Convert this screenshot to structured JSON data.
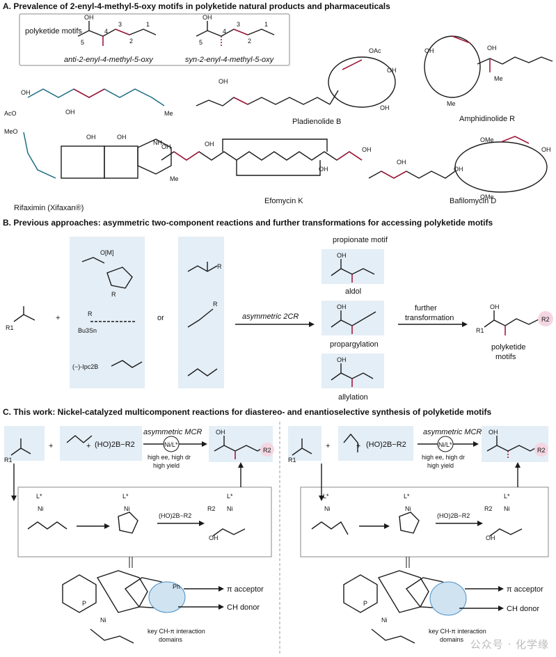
{
  "sections": {
    "a": {
      "title": "A. Prevalence of 2-enyl-4-methyl-5-oxy motifs in polyketide natural products and pharmaceuticals"
    },
    "b": {
      "title": "B. Previous approaches: asymmetric two-component reactions and further transformations for accessing polyketide motifs"
    },
    "c": {
      "title": "C. This work: Nickel-catalyzed multicomponent reactions for diastereo- and enantioselective synthesis of polyketide motifs"
    }
  },
  "panel_a": {
    "motif_label": "polyketide motifs",
    "anti_caption": "anti-2-enyl-4-methyl-5-oxy",
    "syn_caption": "syn-2-enyl-4-methyl-5-oxy",
    "oh": "OH",
    "numbers": [
      "5",
      "4",
      "3",
      "2",
      "1"
    ],
    "products": [
      "Pladienolide B",
      "Amphidinolide R",
      "Rifaximin (Xifaxan®)",
      "Efomycin K",
      "Bafilomycin D"
    ],
    "atoms": {
      "oac": "OAc",
      "ome": "OMe",
      "aco": "AcO",
      "meo": "MeO",
      "nh": "NH",
      "me": "Me"
    }
  },
  "panel_b": {
    "reagent_1": "O[M]",
    "reagent_2": "Bu3Sn",
    "reagent_3": "(−)-Ipc2B",
    "or_label": "or",
    "plus": "+",
    "r_label": "R",
    "r1_label": "R1",
    "arrow_1": "asymmetric 2CR",
    "arrow_2": "further transformation",
    "propionate_label": "propionate motif",
    "aldol_label": "aldol",
    "propargylation_label": "propargylation",
    "allylation_label": "allylation",
    "polyketide_label": "polyketide motifs",
    "r2_label": "R2"
  },
  "panel_c": {
    "mcr_label": "asymmetric MCR",
    "catalyst": "Ni/L*",
    "boronic": "(HO)2B−R2",
    "conditions": [
      "high ee, high dr",
      "high yield"
    ],
    "boron_reagent": "(HO)2B−R2",
    "l_star": "L*",
    "ni": "Ni",
    "callouts": [
      "π acceptor",
      "CH donor",
      "key CH-π interaction domains"
    ],
    "ph": "Ph"
  },
  "watermark": "公众号 · 化学缘"
}
